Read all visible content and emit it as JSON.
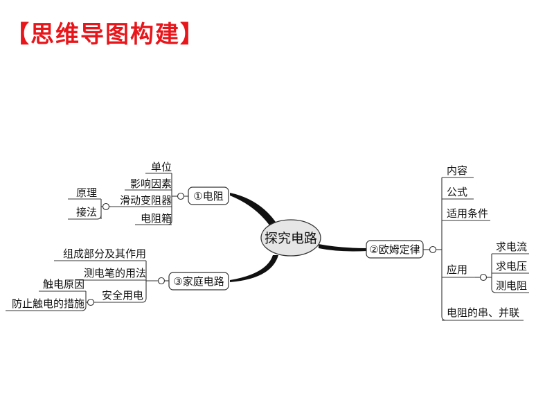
{
  "title": "【思维导图构建】",
  "center": "探究电路",
  "branch1": {
    "label": "①电阻",
    "items": [
      "单位",
      "影响因素",
      "滑动变阻器",
      "电阻箱"
    ],
    "sub": [
      "原理",
      "接法"
    ]
  },
  "branch2": {
    "label": "②欧姆定律",
    "items": [
      "内容",
      "公式",
      "适用条件",
      "应用",
      "电阻的串、并联"
    ],
    "sub": [
      "求电流",
      "求电压",
      "测电阻"
    ]
  },
  "branch3": {
    "label": "③家庭电路",
    "items": [
      "组成部分及其作用",
      "测电笔的用法",
      "安全用电"
    ],
    "sub": [
      "触电原因",
      "防止触电的措施"
    ]
  },
  "colors": {
    "title": "#e8161b",
    "center_fill": "#e6e6e6"
  }
}
